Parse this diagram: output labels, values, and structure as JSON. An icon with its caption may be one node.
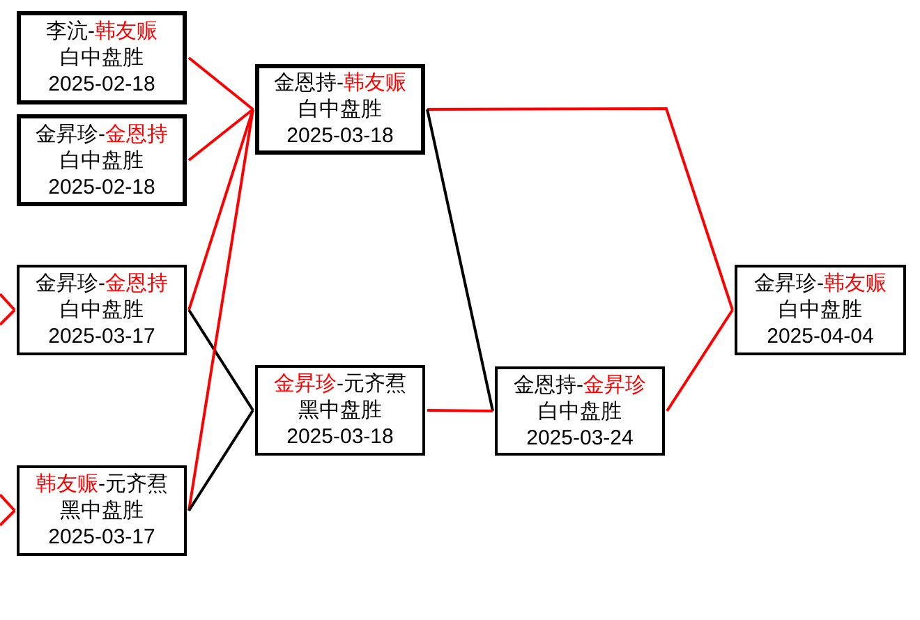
{
  "diagram": {
    "nodes": [
      {
        "text": [
          "李沆-**韩友赈**",
          "白中盘胜",
          "2025-02-18"
        ]
      },
      {
        "text": [
          "金昇珍-**金恩持**",
          "白中盘胜",
          "2025-02-18"
        ]
      },
      {
        "text": [
          "金恩持-**韩友赈**",
          "白中盘胜",
          "2025-03-18"
        ]
      },
      {
        "text": [
          "金昇珍-**金恩持**",
          "白中盘胜",
          "2025-03-17"
        ]
      },
      {
        "text": [
          "**金昇珍**-元齐焄",
          "黑中盘胜",
          "2025-03-18"
        ]
      },
      {
        "text": [
          "**韩友赈**-元齐焄",
          "黑中盘胜",
          "2025-03-17"
        ]
      },
      {
        "text": [
          "金恩持-**金昇珍**",
          "白中盘胜",
          "2025-03-24"
        ]
      },
      {
        "text": [
          "金昇珍-**韩友赈**",
          "白中盘胜",
          "2025-04-04"
        ]
      }
    ],
    "edges": [
      {
        "from": 0,
        "to": 2,
        "arrow": "none"
      },
      {
        "from": 1,
        "to": 2,
        "arrow": "none"
      },
      {
        "from": null,
        "to": 3,
        "arrow": "none"
      },
      {
        "from": null,
        "to": 3,
        "arrow": "none"
      },
      {
        "from": 3,
        "to": 2,
        "arrow": "none"
      },
      {
        "from": 3,
        "to": 4,
        "arrow": "none",
        "color": "#000000"
      },
      {
        "from": null,
        "to": 5,
        "arrow": "none"
      },
      {
        "from": null,
        "to": 5,
        "arrow": "none"
      },
      {
        "from": 5,
        "to": 2,
        "arrow": "none"
      },
      {
        "from": 5,
        "to": 4,
        "arrow": "none",
        "color": "#000000"
      },
      {
        "from": 2,
        "to": 7,
        "arrow": "none"
      },
      {
        "from": 2,
        "to": 6,
        "arrow": "none",
        "color": "#000000"
      },
      {
        "from": 4,
        "to": 6,
        "arrow": "none"
      },
      {
        "from": 6,
        "to": 7,
        "arrow": "none"
      }
    ]
  }
}
